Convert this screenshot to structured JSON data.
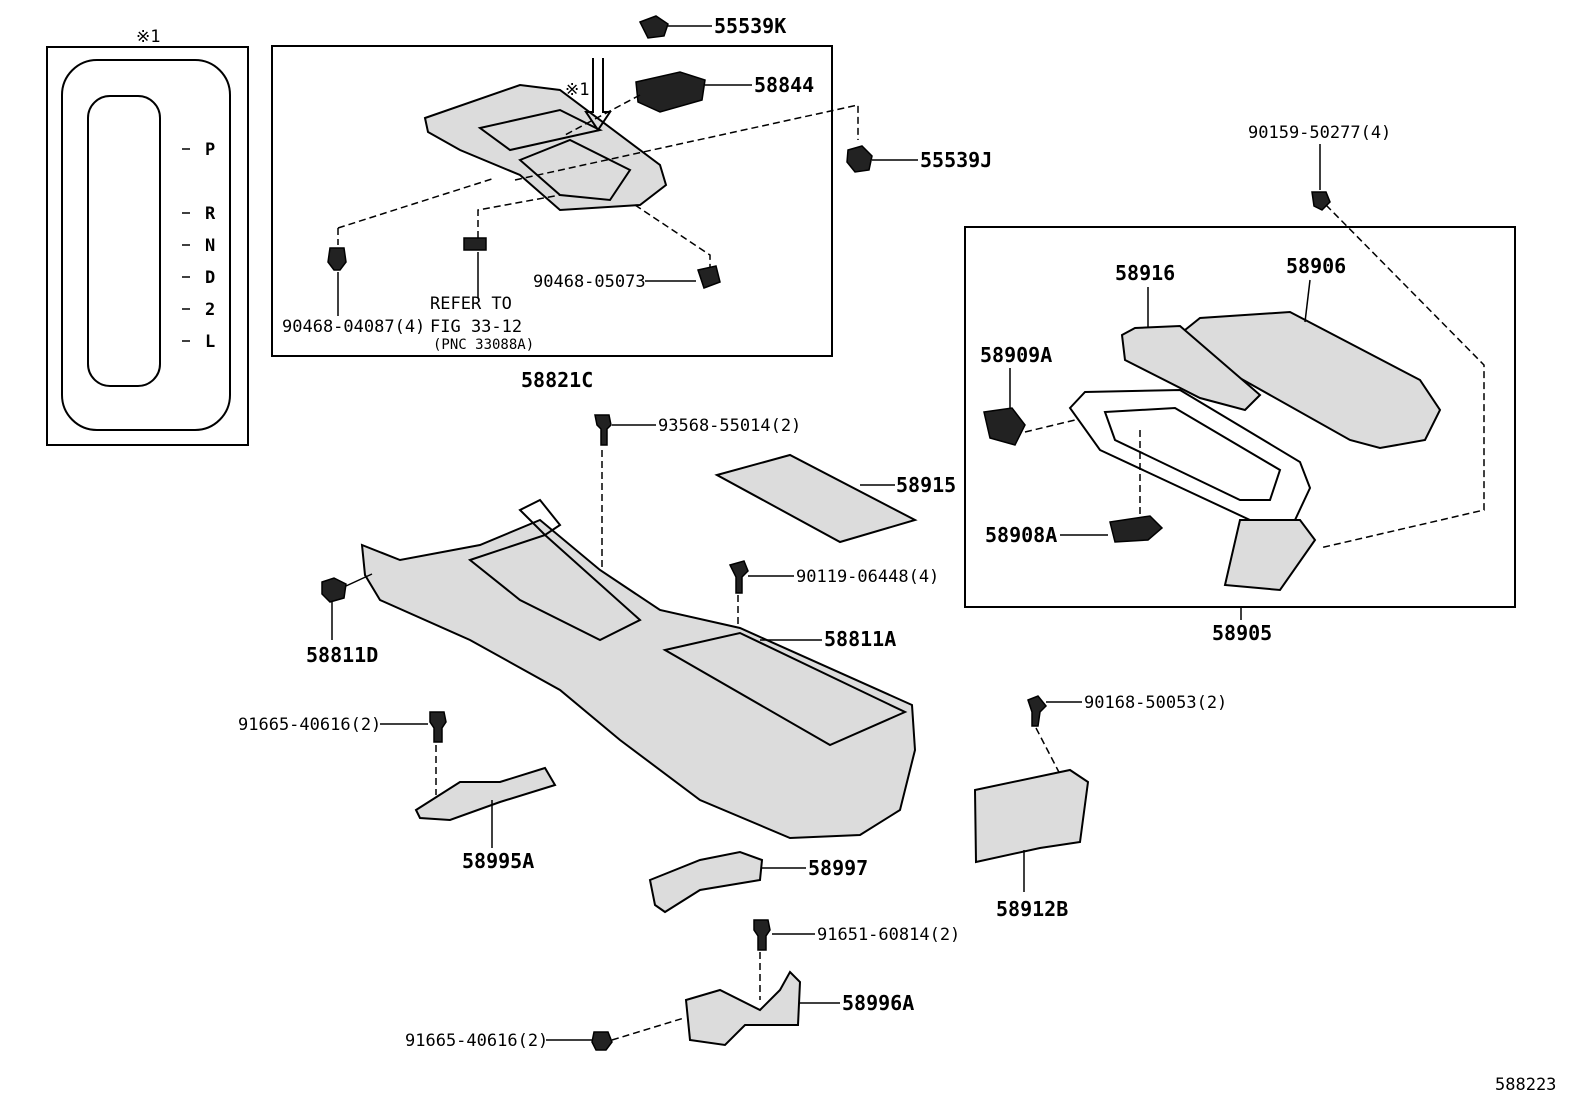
{
  "inset": {
    "title": "※1",
    "gears": [
      "P",
      "R",
      "N",
      "D",
      "2",
      "L"
    ]
  },
  "parts": {
    "p55539K": "55539K",
    "p58844": "58844",
    "p55539J": "55539J",
    "ref_mark": "※1",
    "p90468_05073": "90468-05073",
    "p90468_04087": "90468-04087(4)",
    "refer_line1": "REFER TO",
    "refer_line2": "FIG 33-12",
    "refer_line3": "(PNC 33088A)",
    "p58821C": "58821C",
    "p90159_50277": "90159-50277(4)",
    "p58916": "58916",
    "p58906": "58906",
    "p58909A": "58909A",
    "p58908A": "58908A",
    "p58905": "58905",
    "p93568_55014": "93568-55014(2)",
    "p58915": "58915",
    "p90119_06448": "90119-06448(4)",
    "p58811A": "58811A",
    "p58811D": "58811D",
    "p91665_40616a": "91665-40616(2)",
    "p58995A": "58995A",
    "p58997": "58997",
    "p90168_50053": "90168-50053(2)",
    "p58912B": "58912B",
    "p91651_60814": "91651-60814(2)",
    "p58996A": "58996A",
    "p91665_40616b": "91665-40616(2)",
    "diagram_id": "588223"
  }
}
